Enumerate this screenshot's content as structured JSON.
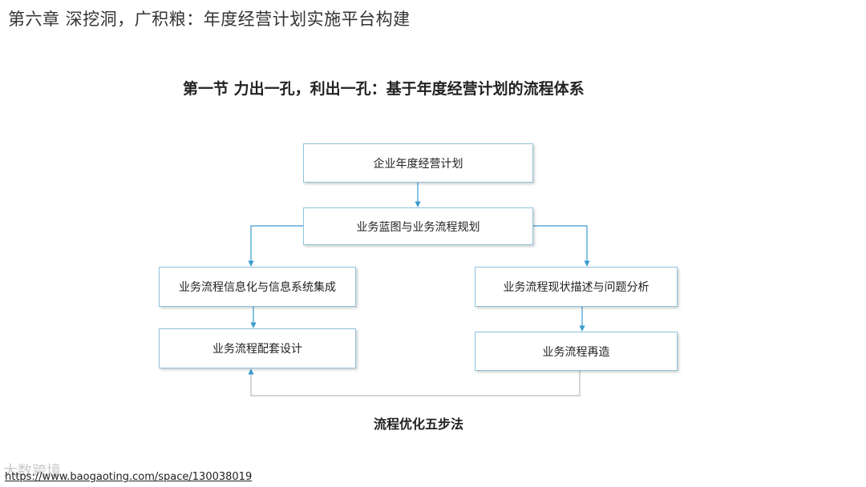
{
  "chapter_title": "第六章  深挖洞，广积粮：年度经营计划实施平台构建",
  "section_title": "第一节   力出一孔，利出一孔：基于年度经营计划的流程体系",
  "flowchart": {
    "nodes": [
      {
        "id": "annual-plan",
        "label": "企业年度经营计划"
      },
      {
        "id": "blueprint",
        "label": "业务蓝图与业务流程规划"
      },
      {
        "id": "it-integration",
        "label": "业务流程信息化与信息系统集成"
      },
      {
        "id": "status-analysis",
        "label": "业务流程现状描述与问题分析"
      },
      {
        "id": "supporting-design",
        "label": "业务流程配套设计"
      },
      {
        "id": "reengineering",
        "label": "业务流程再造"
      }
    ],
    "edges": [
      {
        "from": "annual-plan",
        "to": "blueprint"
      },
      {
        "from": "blueprint",
        "to": "it-integration"
      },
      {
        "from": "blueprint",
        "to": "status-analysis"
      },
      {
        "from": "it-integration",
        "to": "supporting-design"
      },
      {
        "from": "status-analysis",
        "to": "reengineering"
      },
      {
        "from": "reengineering",
        "to": "supporting-design"
      }
    ],
    "caption": "流程优化五步法",
    "line_color": "#3a9bd0",
    "border_color": "#8fc3dc"
  },
  "watermark": "大数跨境",
  "source_url": "https://www.baogaoting.com/space/130038019"
}
